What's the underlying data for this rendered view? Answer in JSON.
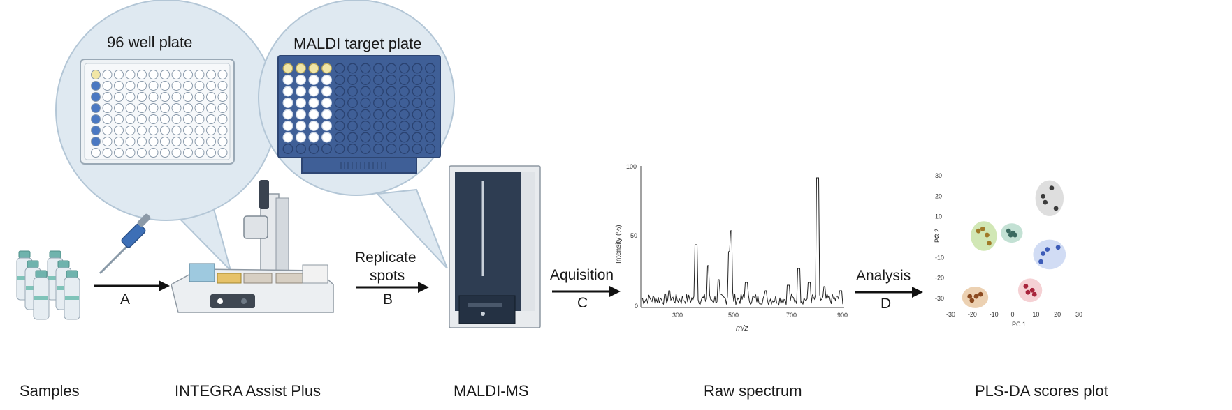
{
  "captions": {
    "samples": "Samples",
    "integra": "INTEGRA Assist Plus",
    "maldi_ms": "MALDI-MS",
    "raw_spectrum": "Raw spectrum",
    "plsda": "PLS-DA scores plot"
  },
  "bubbles": {
    "well_plate": "96 well plate",
    "target_plate": "MALDI target plate"
  },
  "steps": {
    "a": {
      "letter": "A"
    },
    "b": {
      "text_line1": "Replicate",
      "text_line2": "spots",
      "letter": "B"
    },
    "c": {
      "text": "Aquisition",
      "letter": "C"
    },
    "d": {
      "text": "Analysis",
      "letter": "D"
    }
  },
  "spectrum": {
    "ylabel": "Intensity (%)",
    "xlabel": "m/z",
    "yticks": [
      "100",
      "50",
      "0"
    ],
    "xticks": [
      "300",
      "500",
      "700",
      "900"
    ]
  },
  "scores_plot": {
    "ylabel": "PC 2",
    "xlabel": "PC 1",
    "yticks": [
      "30",
      "20",
      "10",
      "0",
      "-10",
      "-20",
      "-30"
    ],
    "xticks": [
      "-30",
      "-20",
      "-10",
      "0",
      "10",
      "20",
      "30"
    ]
  },
  "colors": {
    "arrow": "#111111",
    "plate_blue": "#3f5f97",
    "plate_dark": "#3d5a8a",
    "well_fill_blue": "#4a78c2",
    "well_yellow": "#f1e6a6",
    "bubble_fill": "#dfe9f1",
    "bubble_stroke": "#b3c6d6",
    "instrument_dark": "#2e3d52"
  },
  "clusters": [
    {
      "name": "green",
      "color": "#c9e3a8",
      "dot": "#a07a28",
      "points": [
        [
          -17,
          3
        ],
        [
          -15,
          4
        ],
        [
          -13,
          1
        ],
        [
          -12,
          -3
        ]
      ]
    },
    {
      "name": "teal",
      "color": "#b8dccd",
      "dot": "#3b6a60",
      "points": [
        [
          -3,
          3
        ],
        [
          -1,
          2
        ],
        [
          -2,
          1
        ],
        [
          0,
          1
        ]
      ]
    },
    {
      "name": "grey",
      "color": "#d8d8d8",
      "dot": "#3b3b3b",
      "points": [
        [
          13,
          20
        ],
        [
          17,
          24
        ],
        [
          14,
          17
        ],
        [
          19,
          14
        ]
      ]
    },
    {
      "name": "blue",
      "color": "#c9d6f2",
      "dot": "#3d5cb8",
      "points": [
        [
          13,
          -8
        ],
        [
          15,
          -6
        ],
        [
          12,
          -12
        ],
        [
          20,
          -5
        ]
      ]
    },
    {
      "name": "red",
      "color": "#f3c9cd",
      "dot": "#a8243b",
      "points": [
        [
          5,
          -24
        ],
        [
          8,
          -26
        ],
        [
          9,
          -28
        ],
        [
          6,
          -27
        ]
      ]
    },
    {
      "name": "orange",
      "color": "#e9c9a5",
      "dot": "#8b4a20",
      "points": [
        [
          -21,
          -29
        ],
        [
          -18,
          -29
        ],
        [
          -16,
          -28
        ],
        [
          -20,
          -31
        ]
      ]
    }
  ]
}
